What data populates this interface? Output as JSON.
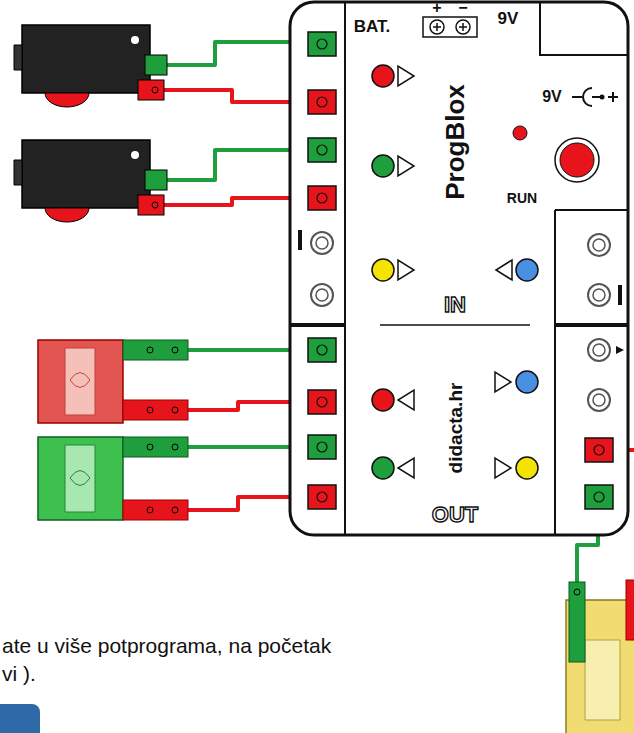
{
  "diagram": {
    "nodes": [
      {
        "text": [
          "BAT.",
          "9V",
          "ProgBlox",
          "RUN",
          "IN",
          "didacta.hr",
          "OUT"
        ]
      }
    ],
    "labels": [
      "+",
      "−",
      "9V",
      "ate u više potprograma, na početak",
      "vi )."
    ]
  }
}
